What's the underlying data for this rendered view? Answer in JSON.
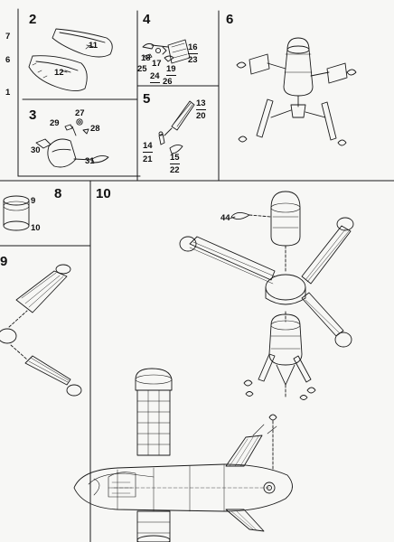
{
  "steps": {
    "s2": "2",
    "s3": "3",
    "s4": "4",
    "s5": "5",
    "s6": "6",
    "s8": "8",
    "s9": "9",
    "s10": "10"
  },
  "parts": {
    "p7": "7",
    "p6": "6",
    "p1": "1",
    "p11": "11",
    "p12": "12",
    "p27": "27",
    "p28": "28",
    "p29": "29",
    "p30": "30",
    "p31": "31",
    "p16": "16",
    "p23": "23",
    "p18": "18",
    "p17": "17",
    "p19": "19",
    "p25": "25",
    "p24": "24",
    "p26": "26",
    "p13": "13",
    "p20": "20",
    "p14": "14",
    "p21": "21",
    "p15": "15",
    "p22": "22",
    "p9": "9",
    "p10": "10",
    "p44": "44"
  }
}
